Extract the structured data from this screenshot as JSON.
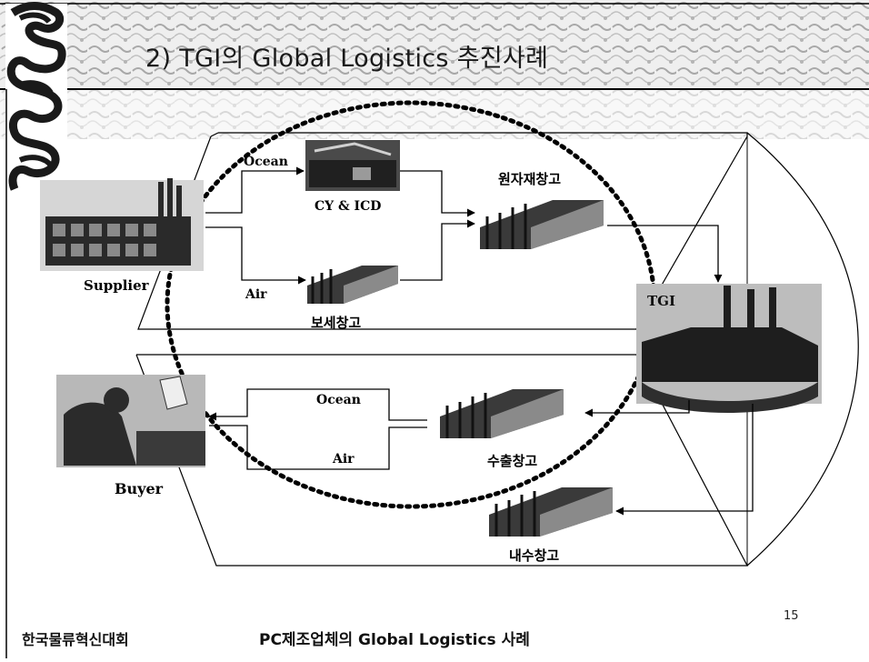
{
  "header": {
    "title": "2) TGI의 Global Logistics 추진사례"
  },
  "diagram": {
    "supplier_label": "Supplier",
    "buyer_label": "Buyer",
    "tgi_label": "TGI",
    "inbound_ocean_label": "Ocean",
    "inbound_air_label": "Air",
    "cy_icd_label": "CY & ICD",
    "bonded_warehouse_label": "보세창고",
    "raw_material_warehouse_label": "원자재창고",
    "export_warehouse_label": "수출창고",
    "domestic_warehouse_label": "내수창고",
    "outbound_ocean_label": "Ocean",
    "outbound_air_label": "Air"
  },
  "footer": {
    "left": "한국물류혁신대회",
    "center": "PC제조업체의 Global Logistics 사례",
    "page_number": "15"
  },
  "colors": {
    "frame": "#000000",
    "header_band": "#e6e6e6",
    "pattern": "#9a9a9a",
    "dark_pattern": "#1a1a1a"
  }
}
